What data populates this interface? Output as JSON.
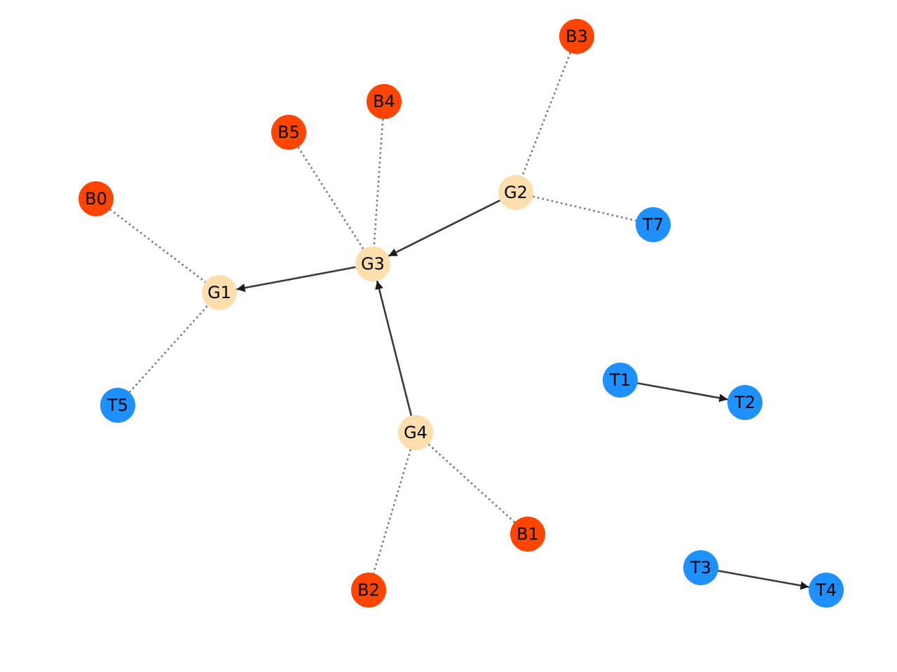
{
  "colors": {
    "B": "#ff4500",
    "T": "#1e90ff",
    "G": "#ffdead",
    "dotted_edge": "#777777",
    "arrow_edge": "#3a3a3a",
    "label": "#000000"
  },
  "nodes": [
    {
      "id": "B0",
      "label": "B0",
      "group": "B"
    },
    {
      "id": "B1",
      "label": "B1",
      "group": "B"
    },
    {
      "id": "B2",
      "label": "B2",
      "group": "B"
    },
    {
      "id": "B3",
      "label": "B3",
      "group": "B"
    },
    {
      "id": "B4",
      "label": "B4",
      "group": "B"
    },
    {
      "id": "B5",
      "label": "B5",
      "group": "B"
    },
    {
      "id": "G1",
      "label": "G1",
      "group": "G"
    },
    {
      "id": "G2",
      "label": "G2",
      "group": "G"
    },
    {
      "id": "G3",
      "label": "G3",
      "group": "G"
    },
    {
      "id": "G4",
      "label": "G4",
      "group": "G"
    },
    {
      "id": "T1",
      "label": "T1",
      "group": "T"
    },
    {
      "id": "T2",
      "label": "T2",
      "group": "T"
    },
    {
      "id": "T3",
      "label": "T3",
      "group": "T"
    },
    {
      "id": "T4",
      "label": "T4",
      "group": "T"
    },
    {
      "id": "T5",
      "label": "T5",
      "group": "T"
    },
    {
      "id": "T7",
      "label": "T7",
      "group": "T"
    }
  ],
  "edges": [
    {
      "source": "B0",
      "target": "G1",
      "style": "dotted",
      "directed": false
    },
    {
      "source": "T5",
      "target": "G1",
      "style": "dotted",
      "directed": false
    },
    {
      "source": "B5",
      "target": "G3",
      "style": "dotted",
      "directed": false
    },
    {
      "source": "B4",
      "target": "G3",
      "style": "dotted",
      "directed": false
    },
    {
      "source": "B3",
      "target": "G2",
      "style": "dotted",
      "directed": false
    },
    {
      "source": "G2",
      "target": "T7",
      "style": "dotted",
      "directed": false
    },
    {
      "source": "G4",
      "target": "B1",
      "style": "dotted",
      "directed": false
    },
    {
      "source": "G4",
      "target": "B2",
      "style": "dotted",
      "directed": false
    },
    {
      "source": "G3",
      "target": "G1",
      "style": "solid",
      "directed": true
    },
    {
      "source": "G2",
      "target": "G3",
      "style": "solid",
      "directed": true
    },
    {
      "source": "G4",
      "target": "G3",
      "style": "solid",
      "directed": true
    },
    {
      "source": "T1",
      "target": "T2",
      "style": "solid",
      "directed": true
    },
    {
      "source": "T3",
      "target": "T4",
      "style": "solid",
      "directed": true
    }
  ]
}
